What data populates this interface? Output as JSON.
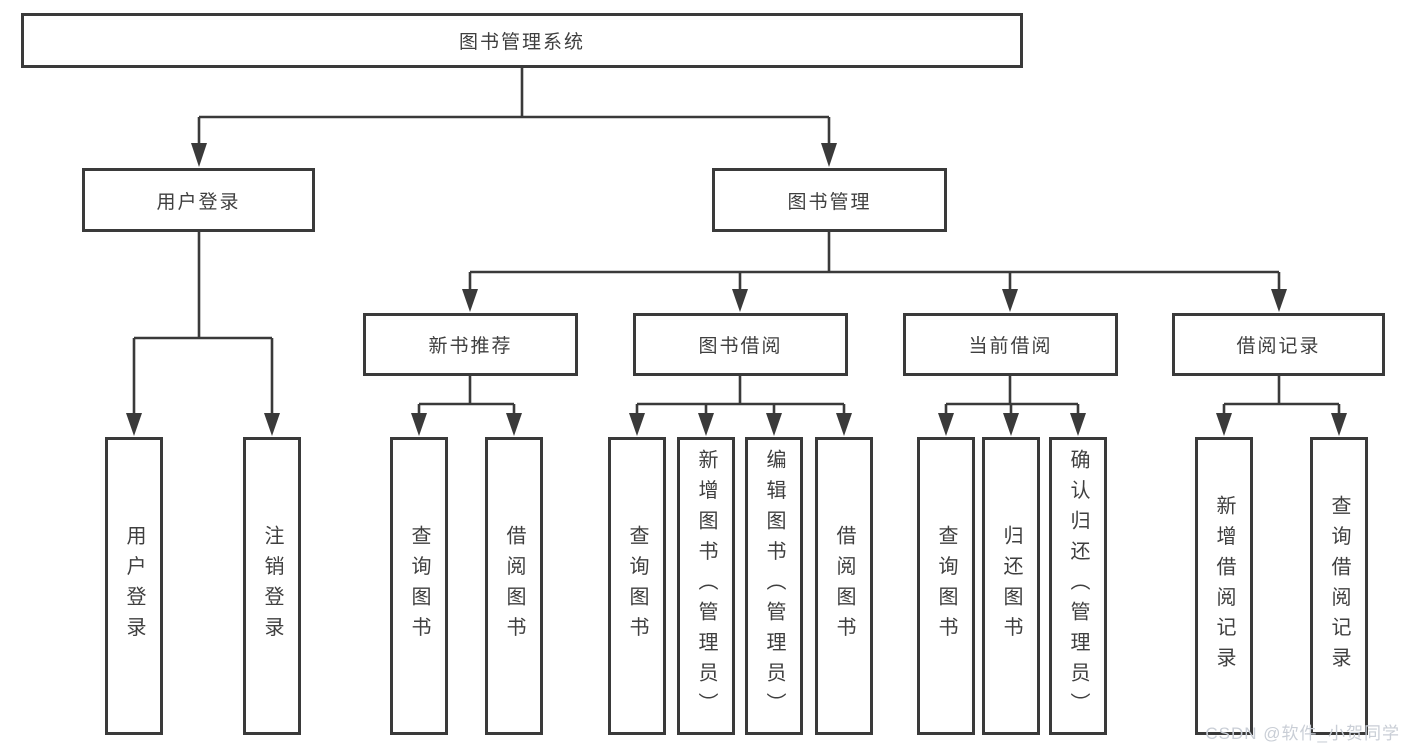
{
  "tree": {
    "root": {
      "label": "图书管理系统",
      "children": [
        {
          "label": "用户登录",
          "children": [
            {
              "label": "用户登录"
            },
            {
              "label": "注销登录"
            }
          ]
        },
        {
          "label": "图书管理",
          "children": [
            {
              "label": "新书推荐",
              "children": [
                {
                  "label": "查询图书"
                },
                {
                  "label": "借阅图书"
                }
              ]
            },
            {
              "label": "图书借阅",
              "children": [
                {
                  "label": "查询图书"
                },
                {
                  "label": "新增图书（管理员）"
                },
                {
                  "label": "编辑图书（管理员）"
                },
                {
                  "label": "借阅图书"
                }
              ]
            },
            {
              "label": "当前借阅",
              "children": [
                {
                  "label": "查询图书"
                },
                {
                  "label": "归还图书"
                },
                {
                  "label": "确认归还（管理员）"
                }
              ]
            },
            {
              "label": "借阅记录",
              "children": [
                {
                  "label": "新增借阅记录"
                },
                {
                  "label": "查询借阅记录"
                }
              ]
            }
          ]
        }
      ]
    }
  },
  "watermark": "CSDN @软件_小贺同学",
  "colors": {
    "line": "#3a3a3a",
    "text": "#3f3f3f",
    "background": "#ffffff",
    "watermark": "#c9ced6"
  }
}
